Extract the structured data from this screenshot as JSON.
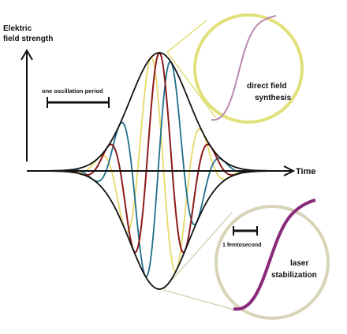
{
  "axis": {
    "y_label_line1": "Elektric",
    "y_label_line2": "field strength",
    "x_label": "Time"
  },
  "period_label": "one oscillation period",
  "insets": {
    "top": {
      "label_line1": "direct field",
      "label_line2": "synthesis"
    },
    "bottom": {
      "scale_label": "1 femtosecond",
      "label_line1": "laser",
      "label_line2": "stabilization"
    }
  },
  "colors": {
    "envelope": "#111111",
    "red_wave": "#8b1a1a",
    "blue_wave": "#1f6f8b",
    "yellow_wave": "#e8d96a",
    "top_circle": "#e2e07a",
    "bottom_circle": "#d8d4b8",
    "purple_curve": "#8a2a7a"
  }
}
